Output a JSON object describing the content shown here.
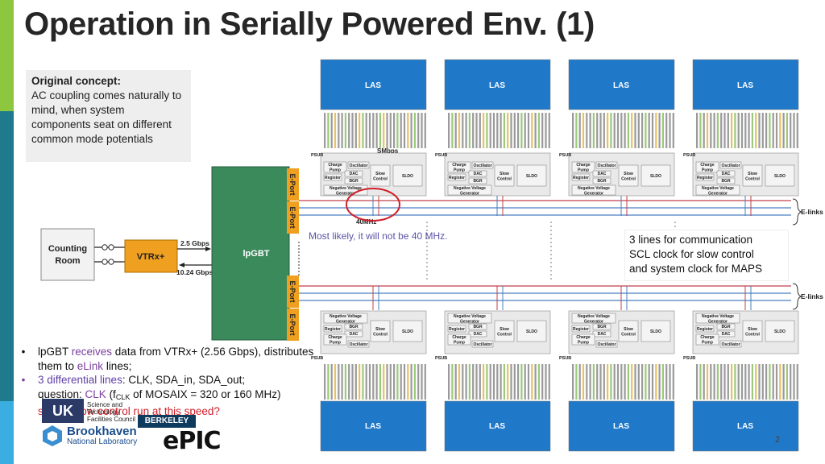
{
  "slide": {
    "title": "Operation in Serially Powered Env. (1)",
    "page_number": "2"
  },
  "concept": {
    "heading": "Original concept:",
    "text": "AC coupling comes naturally to mind, when system components seat on different common mode potentials"
  },
  "diagram": {
    "counting_room": [
      "Counting",
      "Room"
    ],
    "vtrx_label": "VTRx+",
    "lpgbt_label": "lpGBT",
    "rate_up": "2.5 Gbps",
    "rate_down": "10.24 Gbps",
    "eport_label": "E-Port",
    "las_label": "LAS",
    "smbps_label": "SMbps",
    "mhz_label": "40MHz",
    "elinks_label": "E-links",
    "psub_label": "PSUB",
    "block_labels": {
      "charge_pump": [
        "Charge",
        "Pump"
      ],
      "oscillator": "Oscillator",
      "register": "Register",
      "dac": "DAC",
      "bgr": "BGR",
      "slow_control": [
        "Slow",
        "Control"
      ],
      "sldo": "SLDO",
      "nvg": [
        "Negative Voltage",
        "Generator"
      ]
    },
    "note_mhz": "Most likely, it will not be 40 MHz.",
    "three_lines": [
      "3 lines for communication",
      "SCL clock for slow control",
      "and system clock for MAPS"
    ]
  },
  "bullets": {
    "b1": {
      "pre": "lpGBT ",
      "kw": "receives",
      "mid": " data from VTRx+ (2.56 Gbps), distributes them to ",
      "kw2": "eLink",
      "post": " lines;"
    },
    "b2": {
      "kw": "3 differential lines",
      "post": ": CLK, SDA_in, SDA_out;"
    },
    "b3": {
      "pre": "question: ",
      "kw": "CLK",
      "f": " (f",
      "sub": "CLK",
      "post": " of MOSAIX = 320 or 160 MHz)"
    },
    "b4": "should slow control run at this speed?"
  },
  "logos": {
    "ukri": "UK",
    "stfc": [
      "Science and",
      "Technology",
      "Facilities Council"
    ],
    "berkeley": "BERKELEY LAB",
    "bnl_name": "Brookhaven",
    "bnl_sub": "National Laboratory",
    "epic": "ePIC"
  },
  "colors": {
    "accent_green": "#8dc63f",
    "accent_teal": "#1e7a8c",
    "lpgbt_green": "#3a8a5c",
    "las_blue": "#1f78c8",
    "vtrx_orange": "#f0a020",
    "highlight_red": "#d0202a",
    "text_purple": "#7a3f9f"
  }
}
